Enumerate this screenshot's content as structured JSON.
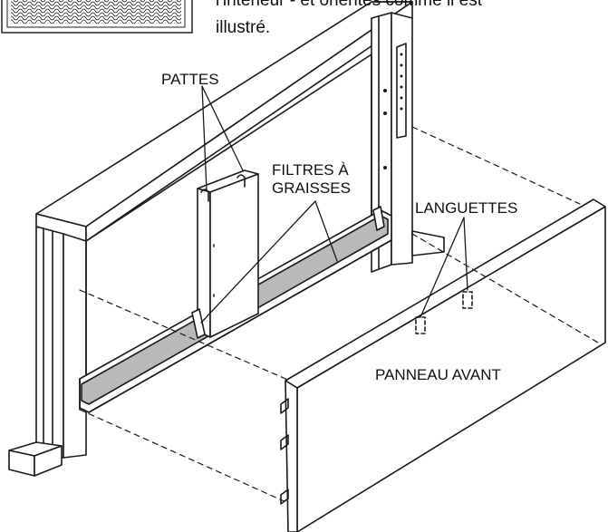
{
  "intro_text": {
    "line1": "l'intérieur - et orientés comme il est",
    "line2": "illustré."
  },
  "labels": {
    "pattes": "PATTES",
    "filtres_line1": "FILTRES À",
    "filtres_line2": "GRAISSES",
    "languettes": "LANGUETTES",
    "panneau_avant": "PANNEAU AVANT"
  },
  "colors": {
    "line": "#1a1a1a",
    "filter_fill": "#b9b9b9",
    "background": "#ffffff"
  },
  "icons": {
    "filter_mesh_thumbnail": "mesh-filter-icon"
  }
}
